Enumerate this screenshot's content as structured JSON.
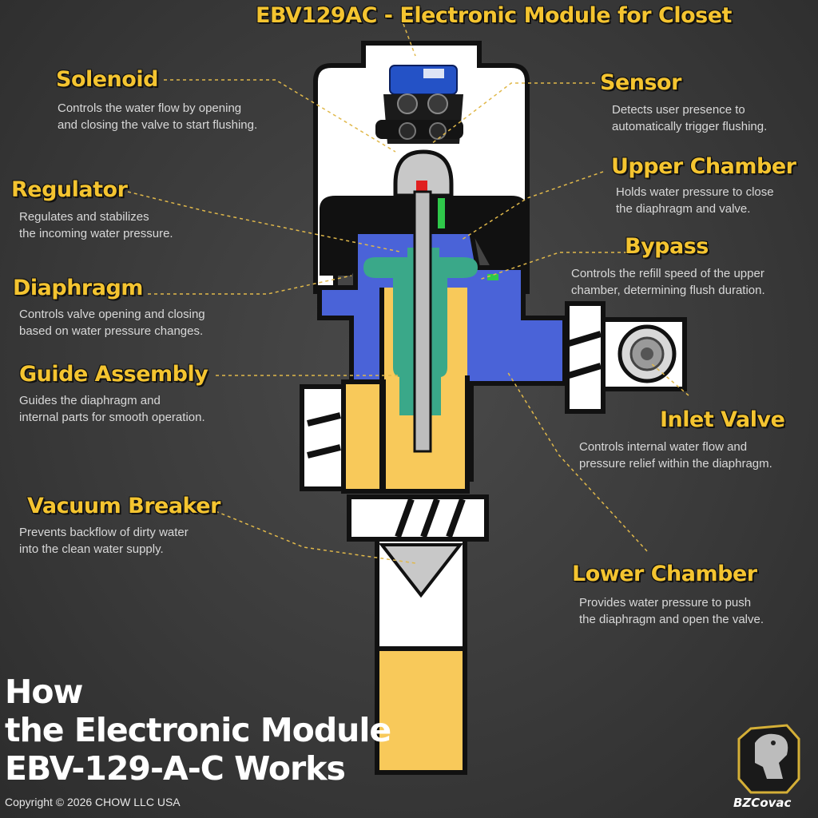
{
  "header": {
    "title": "EBV129AC - Electronic Module for Closet"
  },
  "labels": {
    "solenoid": {
      "title": "Solenoid",
      "desc1": "Controls the water flow by opening",
      "desc2": "and closing the valve to start flushing."
    },
    "sensor": {
      "title": "Sensor",
      "desc1": "Detects user presence to",
      "desc2": "automatically trigger flushing."
    },
    "regulator": {
      "title": "Regulator",
      "desc1": "Regulates and stabilizes",
      "desc2": "the incoming water pressure."
    },
    "upper_chamber": {
      "title": "Upper Chamber",
      "desc1": "Holds water pressure to close",
      "desc2": "the diaphragm and valve."
    },
    "bypass": {
      "title": "Bypass",
      "desc1": "Controls the refill speed of the upper",
      "desc2": "chamber, determining flush duration."
    },
    "diaphragm": {
      "title": "Diaphragm",
      "desc1": "Controls valve opening and closing",
      "desc2": "based on water pressure changes."
    },
    "guide_assembly": {
      "title": "Guide Assembly",
      "desc1": "Guides the diaphragm and",
      "desc2": "internal parts for smooth operation."
    },
    "inlet_valve": {
      "title": "Inlet Valve",
      "desc1": "Controls internal water flow and",
      "desc2": "pressure relief within the diaphragm."
    },
    "vacuum_breaker": {
      "title": "Vacuum Breaker",
      "desc1": "Prevents backflow of dirty water",
      "desc2": "into the clean water supply."
    },
    "lower_chamber": {
      "title": "Lower Chamber",
      "desc1": "Provides water pressure to push",
      "desc2": "the diaphragm and open the valve."
    }
  },
  "footer": {
    "title_line1": "How",
    "title_line2": "the Electronic Module",
    "title_line3": "EBV-129-A-C Works",
    "copyright": "Copyright © 2026 CHOW LLC USA",
    "brand": "BZCovac"
  },
  "colors": {
    "accent_yellow": "#f4c430",
    "body_white": "#ffffff",
    "chamber_blue": "#4a63d8",
    "lower_yellow": "#f8c95a",
    "diaphragm_green": "#3aa889",
    "outline_black": "#111111"
  },
  "icons": [
    "solenoid-module-icon",
    "brand-logo-icon"
  ]
}
